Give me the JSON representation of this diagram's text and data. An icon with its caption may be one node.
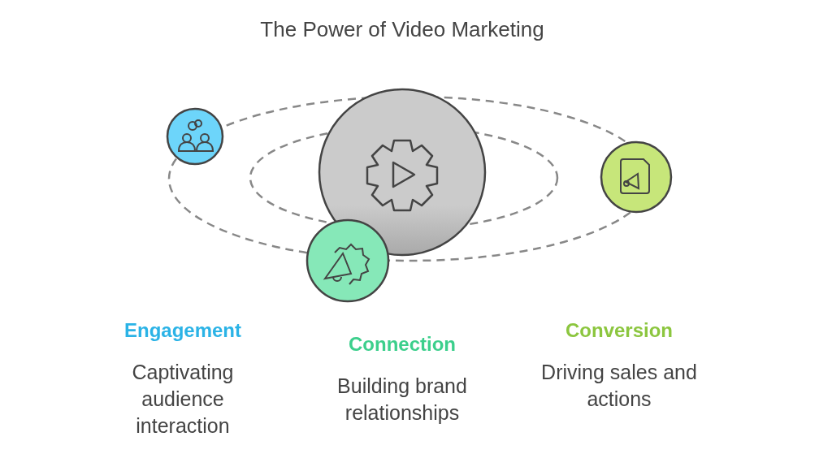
{
  "diagram": {
    "title": "The Power of Video Marketing",
    "labels": [
      "Engagement",
      "Captivating audience interaction",
      "Connection",
      "Building brand relationships",
      "Conversion",
      "Driving sales and actions"
    ]
  }
}
